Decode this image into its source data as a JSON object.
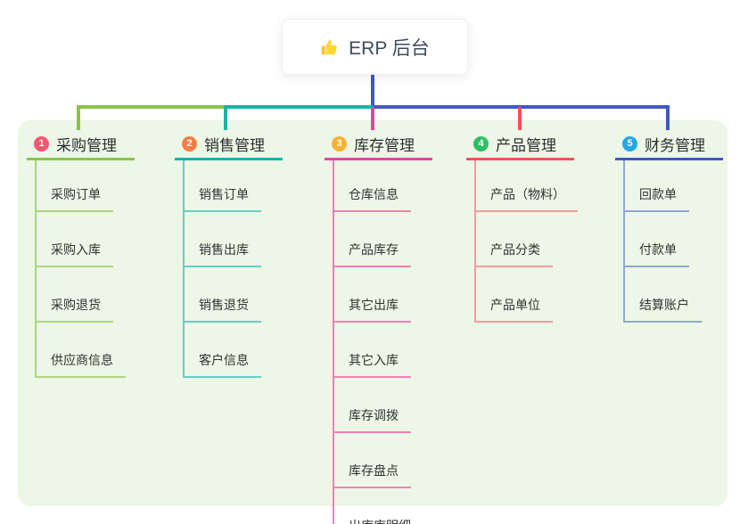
{
  "root": {
    "title": "ERP 后台",
    "icon": "thumbs-up"
  },
  "canvas": {
    "background": "#ffffff",
    "panel_background": "#ecf7e7"
  },
  "branches": [
    {
      "badge": "1",
      "title": "采购管理",
      "colors": {
        "badge": "#f5576c",
        "main": "#8bc34a",
        "light": "#aed581"
      },
      "children": [
        "采购订单",
        "采购入库",
        "采购退货",
        "供应商信息"
      ]
    },
    {
      "badge": "2",
      "title": "销售管理",
      "colors": {
        "badge": "#f97d45",
        "main": "#12b7a6",
        "light": "#63cfc3"
      },
      "children": [
        "销售订单",
        "销售出库",
        "销售退货",
        "客户信息"
      ]
    },
    {
      "badge": "3",
      "title": "库存管理",
      "colors": {
        "badge": "#f9b234",
        "main": "#e0479c",
        "light": "#f27fb5"
      },
      "children": [
        "仓库信息",
        "产品库存",
        "其它出库",
        "其它入库",
        "库存调拨",
        "库存盘点",
        "出库库明细"
      ]
    },
    {
      "badge": "4",
      "title": "产品管理",
      "colors": {
        "badge": "#2fbe68",
        "main": "#f4515c",
        "light": "#f79a9d"
      },
      "children": [
        "产品（物料）",
        "产品分类",
        "产品单位"
      ]
    },
    {
      "badge": "5",
      "title": "财务管理",
      "colors": {
        "badge": "#27a6e5",
        "main": "#4157c8",
        "light": "#92a5da"
      },
      "children": [
        "回款单",
        "付款单",
        "结算账户"
      ]
    }
  ]
}
